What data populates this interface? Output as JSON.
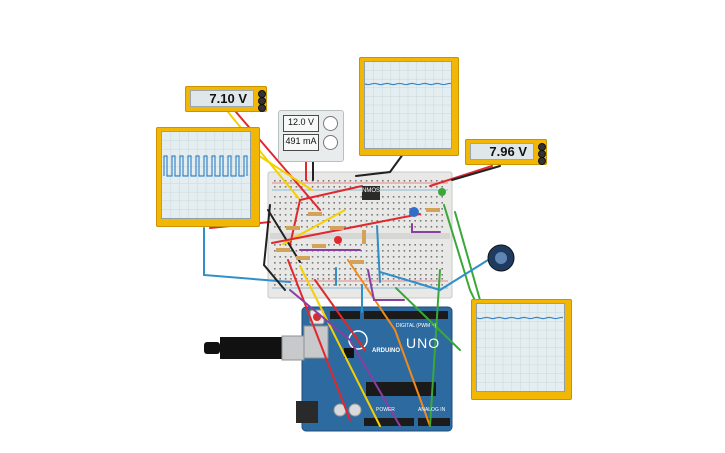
{
  "meters": [
    {
      "id": "left",
      "value": "7.10 V"
    },
    {
      "id": "right",
      "value": "7.96 V"
    }
  ],
  "power_supply": {
    "voltage": "12.0 V",
    "current": "491 mA"
  },
  "mosfet": {
    "label": "NMOS"
  },
  "arduino": {
    "model": "UNO",
    "brand": "ARDUINO",
    "digital_label": "DIGITAL (PWM ~)",
    "power_label": "POWER",
    "analog_label": "ANALOG IN"
  },
  "colors": {
    "meter_body": "#f2b705",
    "arduino_board": "#2c6aa0",
    "breadboard": "#e8e8e6",
    "wave": "#3b86c8",
    "wire_red": "#e0282e",
    "wire_black": "#222222",
    "wire_yellow": "#f5d000",
    "wire_green": "#3aa838",
    "wire_blue": "#2f8fc8",
    "wire_purple": "#8a3fa0",
    "wire_orange": "#f08a1c"
  }
}
